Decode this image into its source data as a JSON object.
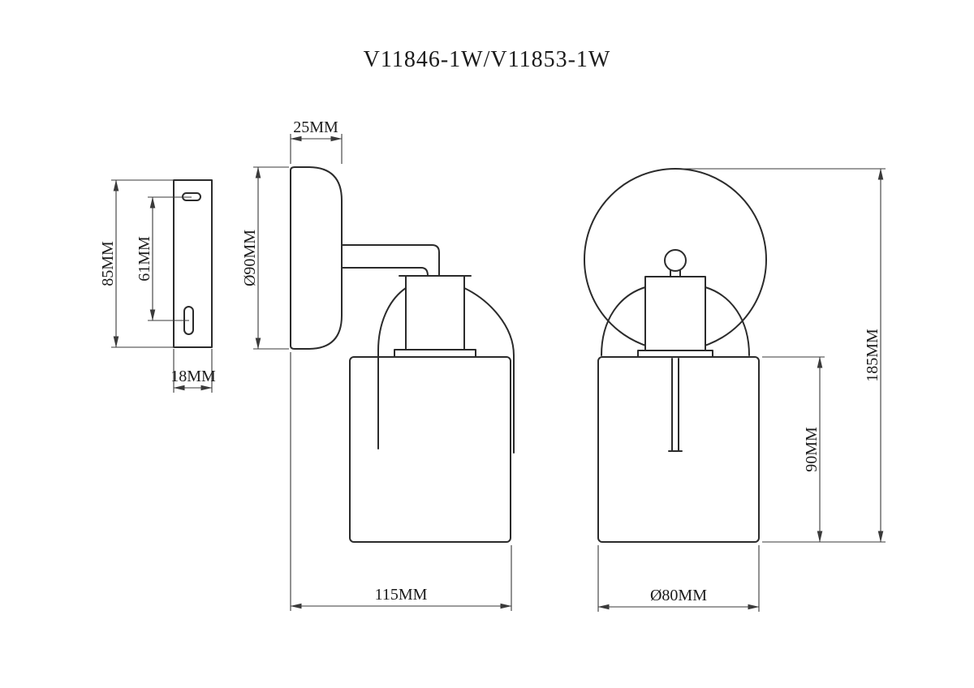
{
  "title": "V11846-1W/V11853-1W",
  "views": {
    "bracket": {
      "name": "mounting-bracket-side-view",
      "height": "85MM",
      "hole_spacing": "61MM",
      "depth": "18MM"
    },
    "side": {
      "name": "lamp-side-view",
      "backplate_depth": "25MM",
      "backplate_diameter": "Ø90MM",
      "total_depth": "115MM"
    },
    "front": {
      "name": "lamp-front-view",
      "total_height": "185MM",
      "shade_height": "90MM",
      "shade_diameter": "Ø80MM"
    }
  },
  "colors": {
    "line": "#2b2b2b",
    "dimension": "#3a3a3a",
    "background": "#ffffff"
  }
}
